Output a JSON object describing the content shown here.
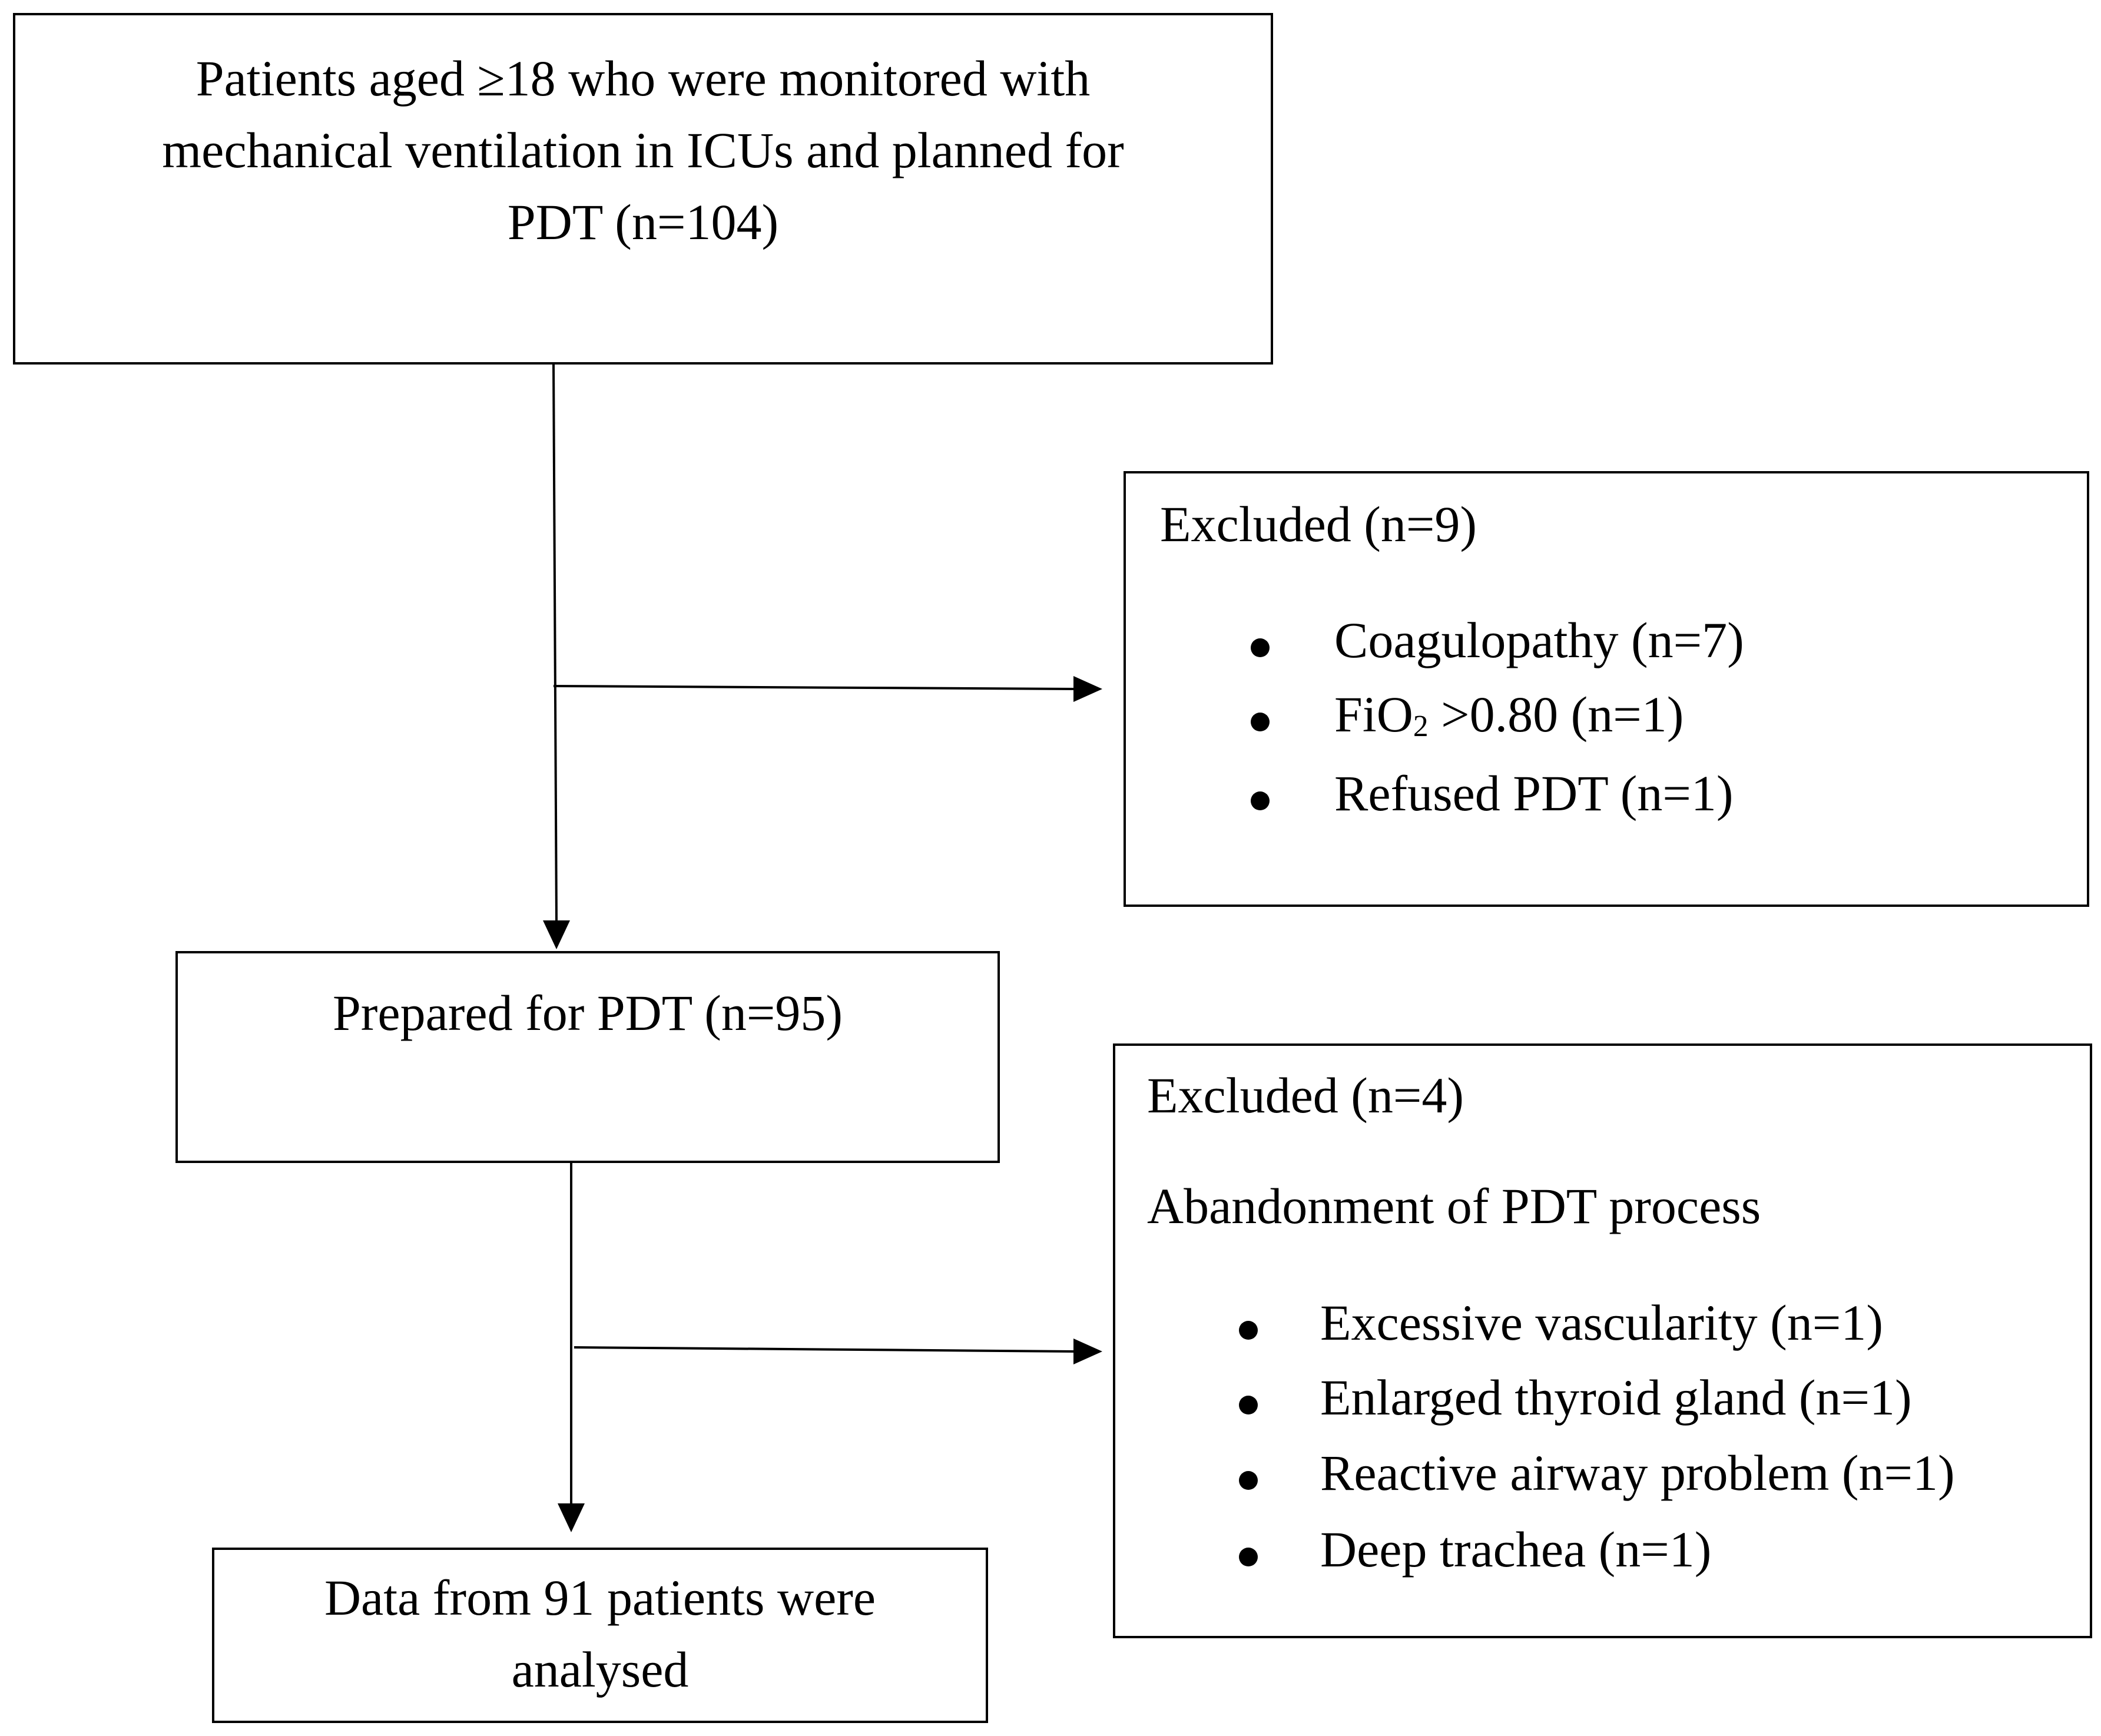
{
  "box_top": {
    "lines": [
      "Patients aged ≥18 who were monitored with",
      "mechanical ventilation in ICUs and planned for",
      "PDT (n=104)"
    ]
  },
  "box_excluded_1": {
    "heading": "Excluded (n=9)",
    "items": [
      {
        "text": "Coagulopathy (n=7)"
      },
      {
        "pre": "FiO",
        "sub": "2",
        "post": " >0.80 (n=1)"
      },
      {
        "text": "Refused PDT (n=1)"
      }
    ]
  },
  "box_prepared": {
    "text": "Prepared for PDT (n=95)"
  },
  "box_excluded_2": {
    "heading": "Excluded (n=4)",
    "subheading": "Abandonment of PDT process",
    "items": [
      "Excessive vascularity (n=1)",
      "Enlarged thyroid gland (n=1)",
      "Reactive airway problem (n=1)",
      "Deep trachea (n=1)"
    ]
  },
  "box_final": {
    "lines": [
      "Data from 91 patients were",
      "analysed"
    ]
  }
}
